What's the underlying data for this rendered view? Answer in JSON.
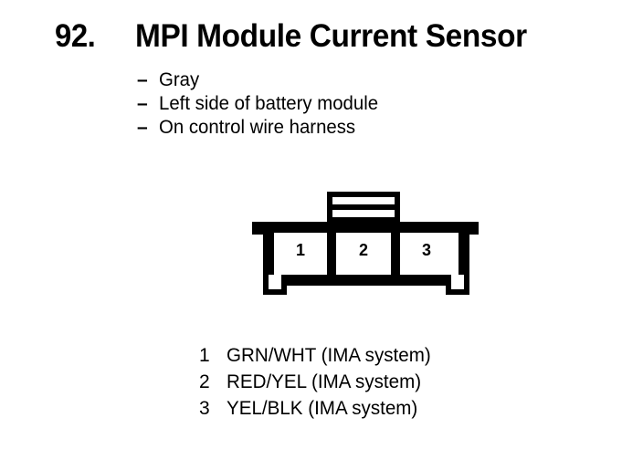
{
  "page": {
    "background_color": "#ffffff",
    "ink_color": "#000000"
  },
  "header": {
    "number": "92.",
    "title": "MPI Module Current Sensor"
  },
  "bullets": {
    "dash": "–",
    "items": [
      {
        "text": "Gray"
      },
      {
        "text": "Left side of battery module"
      },
      {
        "text": "On control wire harness"
      }
    ]
  },
  "connector": {
    "name": "3-pin connector",
    "pin_labels": [
      "1",
      "2",
      "3"
    ],
    "latch_slots": 2
  },
  "legend": {
    "rows": [
      {
        "pin": "1",
        "description": "GRN/WHT (IMA system)"
      },
      {
        "pin": "2",
        "description": "RED/YEL (IMA system)"
      },
      {
        "pin": "3",
        "description": "YEL/BLK (IMA system)"
      }
    ]
  }
}
